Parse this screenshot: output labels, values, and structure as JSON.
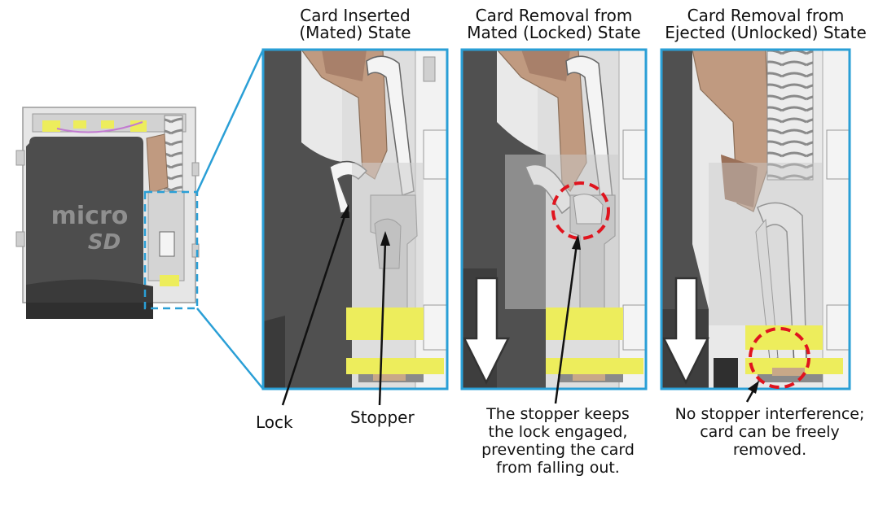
{
  "panels": [
    {
      "title_line1": "Card Inserted",
      "title_line2": "(Mated) State"
    },
    {
      "title_line1": "Card Removal from",
      "title_line2": "Mated (Locked) State"
    },
    {
      "title_line1": "Card Removal from",
      "title_line2": "Ejected (Unlocked) State"
    }
  ],
  "labels": {
    "lock": "Lock",
    "stopper": "Stopper",
    "card_logo_top": "micro",
    "card_logo_bottom": "SD"
  },
  "captions": {
    "locked_line1": "The stopper keeps",
    "locked_line2": "the lock engaged,",
    "locked_line3": "preventing the card",
    "locked_line4": "from falling out.",
    "unlocked_line1": "No stopper interference;",
    "unlocked_line2": "card can be freely",
    "unlocked_line3": "removed."
  },
  "colors": {
    "frame_blue": "#2a9fd6",
    "card_dark": "#4d4d4d",
    "metal_gray": "#c4c4c4",
    "lever_brown": "#c09a80",
    "contact_yellow": "#eded5c",
    "highlight_red": "#e0141e"
  }
}
